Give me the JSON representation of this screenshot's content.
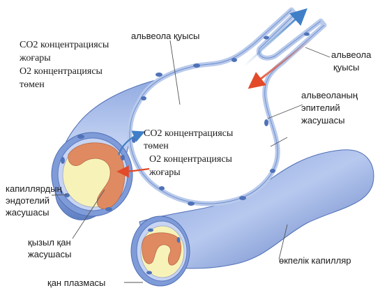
{
  "labels": {
    "alveolar_space_top": "альвеола қуысы",
    "alveolar_space_right_line1": "альвеола",
    "alveolar_space_right_line2": "қуысы",
    "high_co2_line1": "CO2 концентрациясы",
    "high_co2_line2": "жоғары",
    "low_o2_line1": "O2 концентрациясы",
    "low_o2_line2": "төмен",
    "low_co2_line1": "CO2 концентрациясы",
    "low_co2_line2": "төмен",
    "high_o2_line1": "O2 концентрациясы",
    "high_o2_line2": "жоғары",
    "epithelial_line1": "альвеоланың",
    "epithelial_line2": "эпителий",
    "epithelial_line3": "жасушасы",
    "endothelial_line1": "капиллярдың",
    "endothelial_line2": "эндотелий",
    "endothelial_line3": "жасушасы",
    "rbc_line1": "қызыл қан",
    "rbc_line2": "жасушасы",
    "lung_capillary": "өкпелік  капилляр",
    "blood_plasma": "қан плазмасы"
  },
  "colors": {
    "capillary_blue": "#6f8fd0",
    "capillary_light": "#a9bde9",
    "plasma_yellow": "#f7f3b8",
    "red_blood_cell": "#e08a62",
    "epithelium_blue": "#b9caeb",
    "nucleus": "#4f72b8",
    "arrow_blue": "#3f7fc7",
    "arrow_red": "#e24a2a"
  }
}
